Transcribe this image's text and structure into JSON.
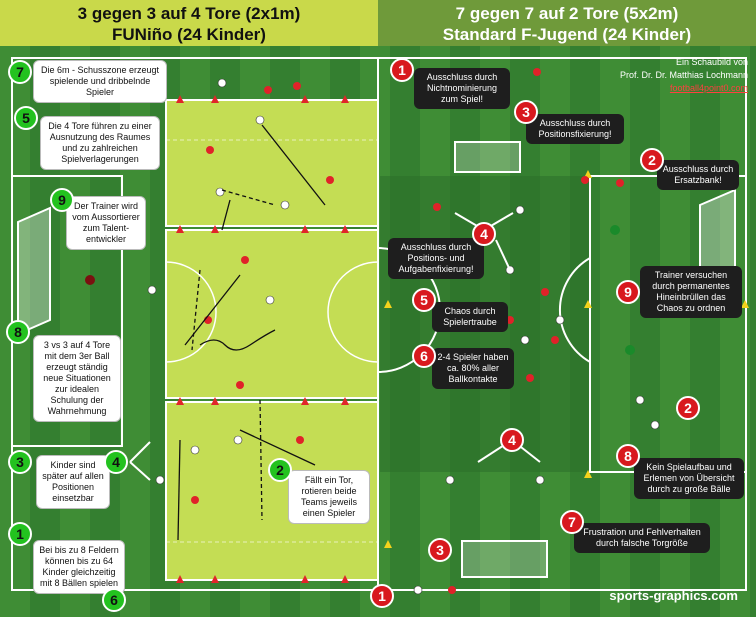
{
  "header": {
    "left_line1": "3 gegen 3 auf 4 Tore (2x1m)",
    "left_line2": "FUNiño (24 Kinder)",
    "right_line1": "7 gegen 7 auf 2 Tore (5x2m)",
    "right_line2": "Standard F-Jugend (24 Kinder)"
  },
  "credit": {
    "line1": "Ein Schaubild von",
    "line2": "Prof. Dr. Dr. Matthias Lochmann",
    "link": "football4point0.com"
  },
  "brand": "sports-graphics.com",
  "left_callouts": {
    "c7": "Die 6m - Schusszone erzeugt spielende und dribbelnde Spieler",
    "c5": "Die 4 Tore führen zu einer Ausnutzung des Raumes und zu zahlreichen Spielverlagerungen",
    "c9": "Der Trainer wird vom Aussortierer zum Talent-entwickler",
    "c8": "3 vs 3 auf 4 Tore mit dem 3er Ball erzeugt ständig neue Situationen zur idealen Schulung der Wahrnehmung",
    "c3": "Kinder sind später auf allen Positionen einsetzbar",
    "c2": "Fällt ein Tor, rotieren beide Teams jeweils einen Spieler",
    "c1": "Bei bis zu 8 Feldern können bis zu 64 Kinder gleichzeitig mit 8 Bällen spielen"
  },
  "right_callouts": {
    "r1": "Ausschluss durch Nichtnominierung zum Spiel!",
    "r3": "Ausschluss durch Positionsfixierung!",
    "r2": "Ausschluss durch Ersatzbank!",
    "r4": "Ausschluss durch Positions- und Aufgabenfixierung!",
    "r5": "Chaos durch Spielertraube",
    "r6": "2-4 Spieler haben ca. 80% aller Ballkontakte",
    "r9": "Trainer versuchen durch permanentes Hineinbrüllen das Chaos zu ordnen",
    "r8": "Kein Spielaufbau und Erlemen von Übersicht durch zu große Bälle",
    "r7": "Frustration und Fehlverhalten durch falsche Torgröße"
  },
  "badges": {
    "l7": "7",
    "l5": "5",
    "l9": "9",
    "l8": "8",
    "l3": "3",
    "l4": "4",
    "l2": "2",
    "l1": "1",
    "l6": "6",
    "r1a": "1",
    "r3a": "3",
    "r2a": "2",
    "r4a": "4",
    "r5a": "5",
    "r6a": "6",
    "r9a": "9",
    "r2b": "2",
    "r4b": "4",
    "r8a": "8",
    "r7a": "7",
    "r3b": "3",
    "r1b": "1"
  },
  "colors": {
    "left_header": "#c9d94a",
    "right_header": "#6f9a3a",
    "funino_field": "#c4dd54",
    "grass_dark": "#2f7a2f",
    "grass_light": "#4b9a3c",
    "badge_green": "#23c21f",
    "badge_red": "#d8191e"
  }
}
